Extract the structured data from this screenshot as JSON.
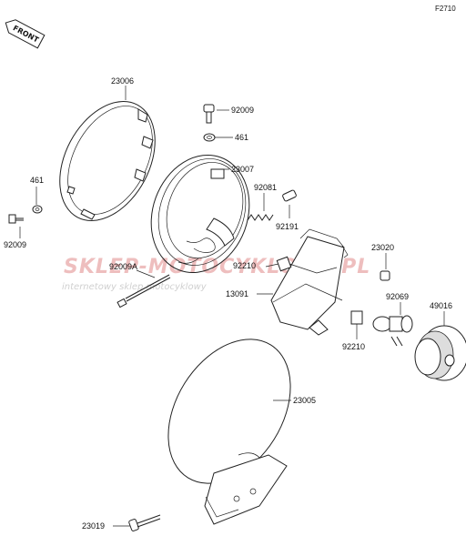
{
  "figure_code": "F2710",
  "front_marker": "FRONT",
  "watermark": {
    "brand": "SKLEP-MOTOCYKLOWY.PL",
    "tagline": "internetowy sklep motocyklowy"
  },
  "parts": [
    {
      "id": "p1",
      "number": "23006"
    },
    {
      "id": "p2",
      "number": "92009"
    },
    {
      "id": "p3",
      "number": "461"
    },
    {
      "id": "p4",
      "number": "461"
    },
    {
      "id": "p5",
      "number": "23007"
    },
    {
      "id": "p6",
      "number": "92081"
    },
    {
      "id": "p7",
      "number": "92191"
    },
    {
      "id": "p8",
      "number": "92009"
    },
    {
      "id": "p9",
      "number": "92009A"
    },
    {
      "id": "p10",
      "number": "92210"
    },
    {
      "id": "p11",
      "number": "23020"
    },
    {
      "id": "p12",
      "number": "13091"
    },
    {
      "id": "p13",
      "number": "92069"
    },
    {
      "id": "p14",
      "number": "49016"
    },
    {
      "id": "p15",
      "number": "92210"
    },
    {
      "id": "p16",
      "number": "23005"
    },
    {
      "id": "p17",
      "number": "23019"
    }
  ]
}
